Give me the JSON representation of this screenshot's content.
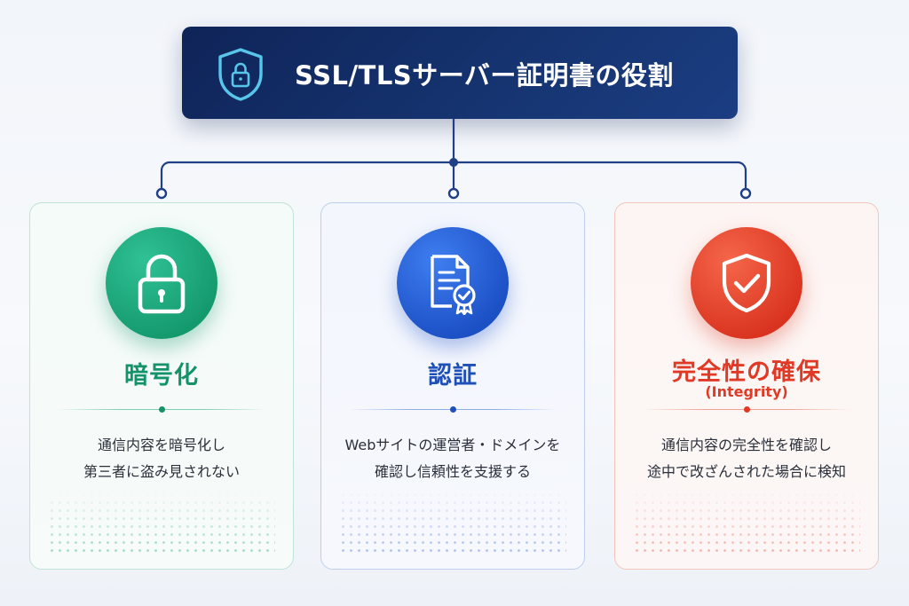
{
  "header": {
    "title": "SSL/TLSサーバー証明書の役割",
    "icon": "shield-lock-icon"
  },
  "cards": [
    {
      "title": "暗号化",
      "subtitle": "",
      "icon": "padlock-icon",
      "accent": "#14936a",
      "description_lines": [
        "通信内容を暗号化し",
        "第三者に盗み見されない"
      ]
    },
    {
      "title": "認証",
      "subtitle": "",
      "icon": "certificate-document-icon",
      "accent": "#1f4fb8",
      "description_lines": [
        "Webサイトの運営者・ドメインを",
        "確認し信頼性を支援する"
      ]
    },
    {
      "title": "完全性の確保",
      "subtitle": "(Integrity)",
      "icon": "shield-check-icon",
      "accent": "#e03a26",
      "description_lines": [
        "通信内容の完全性を確認し",
        "途中で改ざんされた場合に検知"
      ]
    }
  ],
  "colors": {
    "header_background": "#15336f",
    "connector": "#1f3f86"
  }
}
